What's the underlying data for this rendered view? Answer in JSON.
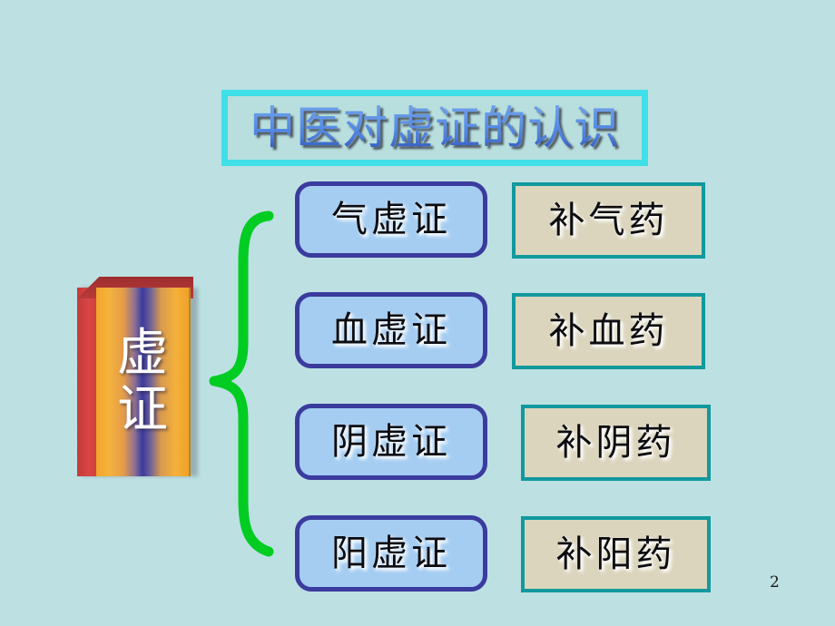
{
  "slide": {
    "background_color": "#bde0e3",
    "page_number": "2"
  },
  "title": {
    "text": "中医对虚证的认识",
    "border_color": "#3fe0e8",
    "fill_color": "#b8dfdd",
    "text_color": "#5d93e8"
  },
  "source_box": {
    "label_chars": [
      "虚",
      "证"
    ],
    "label": "虚证",
    "side_color": "#d94444",
    "top_color": "#a83232",
    "front_gradient": [
      "#f2a52a",
      "#3b3a9e",
      "#efa128"
    ],
    "text_color": "#ffffff"
  },
  "brace": {
    "name": "left-curly-brace",
    "color": "#00cc22"
  },
  "rows": [
    {
      "syndrome": "气虚证",
      "remedy": "补气药"
    },
    {
      "syndrome": "血虚证",
      "remedy": "补血药"
    },
    {
      "syndrome": "阴虚证",
      "remedy": "补阴药"
    },
    {
      "syndrome": "阳虚证",
      "remedy": "补阳药"
    }
  ],
  "styles": {
    "syndrome_fill": "#a5cdf2",
    "syndrome_border": "#3b3b9e",
    "remedy_fill": "#dbd5bd",
    "remedy_border": "#11999e"
  }
}
